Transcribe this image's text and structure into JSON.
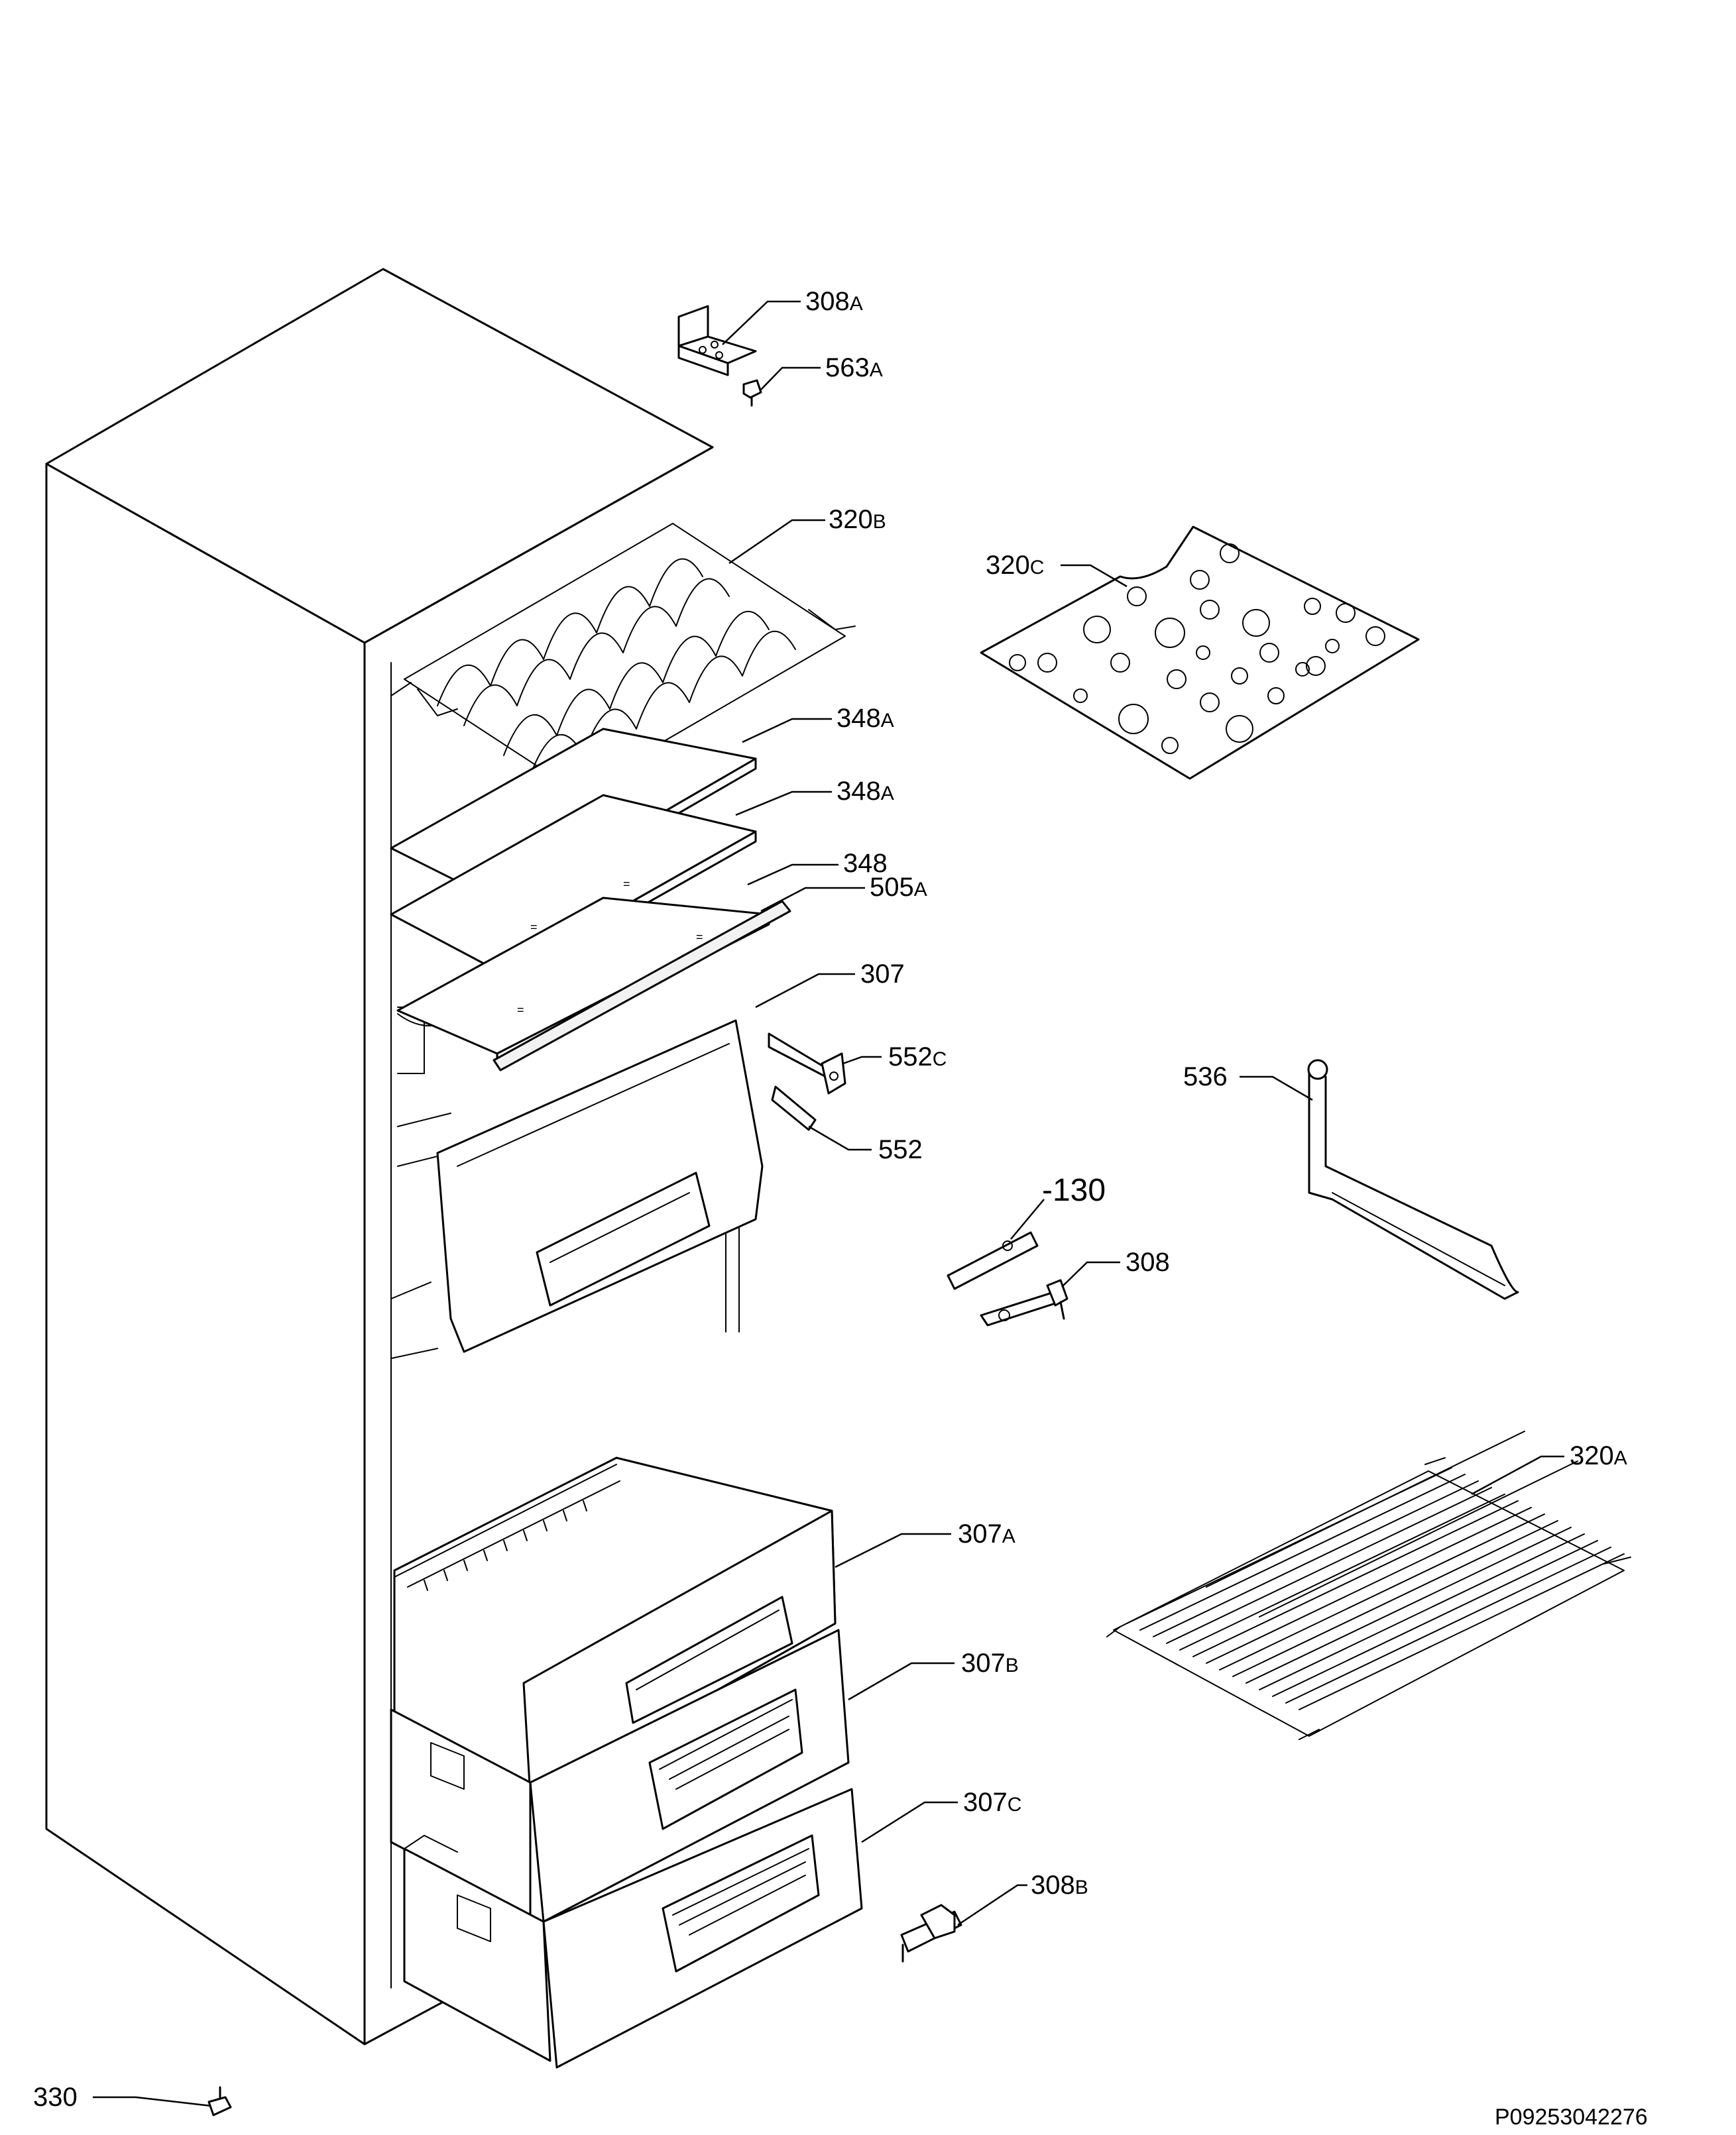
{
  "diagram_code": "P09253042276",
  "callouts": [
    {
      "id": "308A",
      "num": "308",
      "suffix": "A"
    },
    {
      "id": "563A",
      "num": "563",
      "suffix": "A"
    },
    {
      "id": "320B",
      "num": "320",
      "suffix": "B"
    },
    {
      "id": "320C",
      "num": "320",
      "suffix": "C"
    },
    {
      "id": "348A_1",
      "num": "348",
      "suffix": "A"
    },
    {
      "id": "348A_2",
      "num": "348",
      "suffix": "A"
    },
    {
      "id": "348",
      "num": "348",
      "suffix": ""
    },
    {
      "id": "505A",
      "num": "505",
      "suffix": "A"
    },
    {
      "id": "307",
      "num": "307",
      "suffix": ""
    },
    {
      "id": "552C",
      "num": "552",
      "suffix": "C"
    },
    {
      "id": "552",
      "num": "552",
      "suffix": ""
    },
    {
      "id": "536",
      "num": "536",
      "suffix": ""
    },
    {
      "id": "130",
      "num": "-130",
      "suffix": ""
    },
    {
      "id": "308",
      "num": "308",
      "suffix": ""
    },
    {
      "id": "320A",
      "num": "320",
      "suffix": "A"
    },
    {
      "id": "307A",
      "num": "307",
      "suffix": "A"
    },
    {
      "id": "307B",
      "num": "307",
      "suffix": "B"
    },
    {
      "id": "307C",
      "num": "307",
      "suffix": "C"
    },
    {
      "id": "308B",
      "num": "308",
      "suffix": "B"
    },
    {
      "id": "330",
      "num": "330",
      "suffix": ""
    }
  ]
}
